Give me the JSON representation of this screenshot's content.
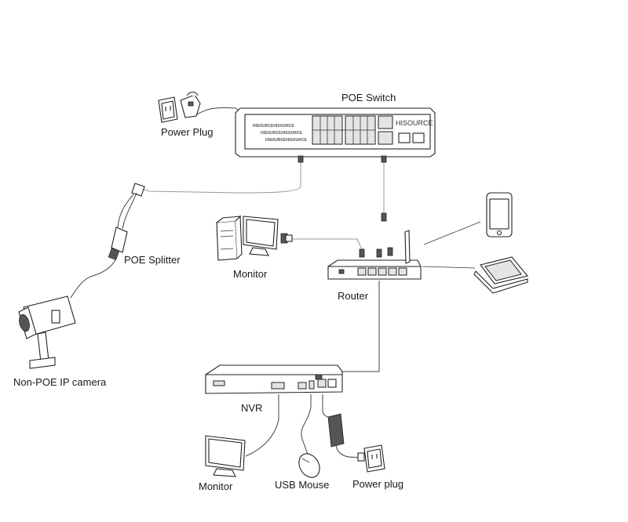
{
  "labels": {
    "poe_switch": "POE Switch",
    "power_plug_top": "Power Plug",
    "poe_splitter": "POE Splitter",
    "monitor_top": "Monitor",
    "router": "Router",
    "non_poe_camera": "Non-POE IP camera",
    "nvr": "NVR",
    "monitor_bottom": "Monitor",
    "usb_mouse": "USB Mouse",
    "power_plug_bottom": "Power plug"
  },
  "switch_brand": {
    "left_line1": "HISOURCEHISOURCE",
    "left_line2": "HISOURCEHISOURCE",
    "left_line3": "HISOURCEHISOURCE",
    "right": "HISOURCE"
  }
}
